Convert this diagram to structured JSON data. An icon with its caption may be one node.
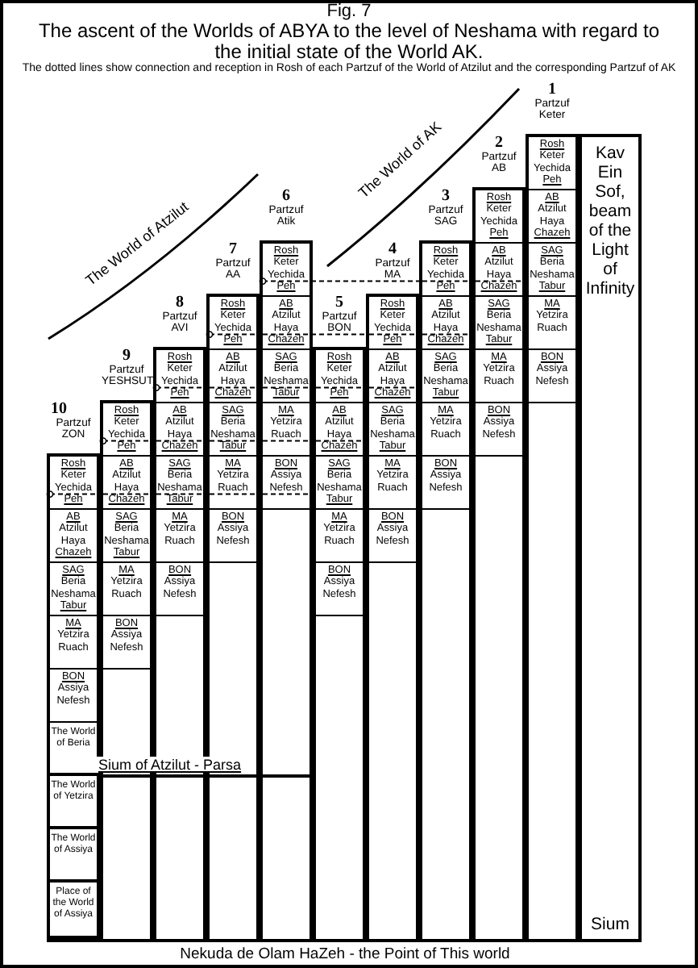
{
  "diagram": {
    "title": "The ascent of the Worlds of ABYA to the level of Neshama with regard to the initial state of the World AK.",
    "nodes": [
      {
        "text": [
          "Partzuf Keter"
        ],
        "beside": [
          "1"
        ]
      },
      {
        "text": [
          "Rosh",
          "Keter Yechida",
          "Peh"
        ],
        "in": 0
      },
      {
        "text": [
          "AB",
          "Atzilut Haya",
          "Chazeh"
        ],
        "in": 0
      },
      {
        "text": [
          "SAG",
          "Beria Neshama",
          "Tabur"
        ],
        "in": 0
      },
      {
        "text": [
          "MA",
          "Yetzira Ruach"
        ],
        "in": 0
      },
      {
        "text": [
          "BON",
          "Assiya Nefesh"
        ],
        "in": 0
      },
      {
        "text": [
          "Partzuf AB"
        ],
        "beside": [
          "2"
        ]
      },
      {
        "text": [
          "Rosh",
          "Keter Yechida",
          "Peh"
        ],
        "in": 6
      },
      {
        "text": [
          "AB",
          "Atzilut Haya",
          "Chazeh"
        ],
        "in": 6
      },
      {
        "text": [
          "SAG",
          "Beria Neshama",
          "Tabur"
        ],
        "in": 6
      },
      {
        "text": [
          "MA",
          "Yetzira Ruach"
        ],
        "in": 6
      },
      {
        "text": [
          "BON",
          "Assiya Nefesh"
        ],
        "in": 6
      },
      {
        "text": [
          "Partzuf SAG"
        ],
        "beside": [
          "3"
        ]
      },
      {
        "text": [
          "Rosh",
          "Keter Yechida",
          "Peh"
        ],
        "in": 12
      },
      {
        "text": [
          "AB",
          "Atzilut Haya",
          "Chazeh"
        ],
        "in": 12
      },
      {
        "text": [
          "SAG",
          "Beria Neshama",
          "Tabur"
        ],
        "in": 12
      },
      {
        "text": [
          "MA",
          "Yetzira Ruach"
        ],
        "in": 12
      },
      {
        "text": [
          "BON",
          "Assiya Nefesh"
        ],
        "in": 12
      },
      {
        "text": [
          "Partzuf MA"
        ],
        "beside": [
          "4"
        ]
      },
      {
        "text": [
          "Rosh",
          "Keter Yechida",
          "Peh"
        ],
        "in": 18
      },
      {
        "text": [
          "AB",
          "Atzilut Haya",
          "Chazeh"
        ],
        "in": 18
      },
      {
        "text": [
          "SAG",
          "Beria Neshama",
          "Tabur"
        ],
        "in": 18
      },
      {
        "text": [
          "MA",
          "Yetzira Ruach"
        ],
        "in": 18
      },
      {
        "text": [
          "BON",
          "Assiya Nefesh"
        ],
        "in": 18
      },
      {
        "text": [
          "Partzuf BON"
        ],
        "beside": [
          "5"
        ]
      },
      {
        "text": [
          "Rosh",
          "Keter Yechida",
          "Peh"
        ],
        "in": 24
      },
      {
        "text": [
          "AB",
          "Atzilut Haya",
          "Chazeh"
        ],
        "in": 24
      },
      {
        "text": [
          "SAG",
          "Beria Neshama",
          "Tabur"
        ],
        "in": 24
      },
      {
        "text": [
          "MA",
          "Yetzira Ruach"
        ],
        "in": 24
      },
      {
        "text": [
          "BON",
          "Assiya Nefesh"
        ],
        "in": 24
      },
      {
        "text": [
          "Partzuf Atik"
        ],
        "beside": [
          "6"
        ]
      },
      {
        "text": [
          "Rosh",
          "Keter Yechida",
          "Peh"
        ],
        "in": 30
      },
      {
        "text": [
          "AB",
          "Atzilut Haya",
          "Chazeh"
        ],
        "in": 30
      },
      {
        "text": [
          "SAG",
          "Beria Neshama",
          "Tabur"
        ],
        "in": 30
      },
      {
        "text": [
          "MA",
          "Yetzira Ruach"
        ],
        "in": 30
      },
      {
        "text": [
          "BON",
          "Assiya Nefesh"
        ],
        "in": 30
      },
      {
        "text": [
          "Partzuf AA"
        ],
        "beside": [
          "7"
        ]
      },
      {
        "text": [
          "Rosh",
          "Keter Yechida",
          "Peh"
        ],
        "in": 36
      },
      {
        "text": [
          "AB",
          "Atzilut Haya",
          "Chazeh"
        ],
        "in": 36
      },
      {
        "text": [
          "SAG",
          "Beria Neshama",
          "Tabur"
        ],
        "in": 36
      },
      {
        "text": [
          "MA",
          "Yetzira Ruach"
        ],
        "in": 36
      },
      {
        "text": [
          "BON",
          "Assiya Nefesh"
        ],
        "in": 36
      },
      {
        "text": [
          "Partzuf AVI"
        ],
        "beside": [
          "8"
        ]
      },
      {
        "text": [
          "Rosh",
          "Keter Yechida",
          "Peh"
        ],
        "in": 42
      },
      {
        "text": [
          "AB",
          "Atzilut Haya",
          "Chazeh"
        ],
        "in": 42
      },
      {
        "text": [
          "SAG",
          "Beria Neshama",
          "Tabur"
        ],
        "in": 42
      },
      {
        "text": [
          "MA",
          "Yetzira Ruach"
        ],
        "in": 42
      },
      {
        "text": [
          "BON",
          "Assiya Nefesh"
        ],
        "in": 42
      },
      {
        "text": [
          "Partzuf YESHSUT"
        ],
        "beside": [
          "9"
        ]
      },
      {
        "text": [
          "Rosh",
          "Keter Yechida",
          "Peh"
        ],
        "in": 48
      },
      {
        "text": [
          "AB",
          "Atzilut Haya",
          "Chazeh"
        ],
        "in": 48
      },
      {
        "text": [
          "SAG",
          "Beria Neshama",
          "Tabur"
        ],
        "in": 48
      },
      {
        "text": [
          "MA",
          "Yetzira Ruach"
        ],
        "in": 48
      },
      {
        "text": [
          "BON",
          "Assiya Nefesh"
        ],
        "in": 48
      },
      {
        "text": [
          "Partzuf ZON"
        ],
        "beside": [
          "10"
        ]
      },
      {
        "text": [
          "Rosh",
          "Keter Yechida",
          "Peh"
        ],
        "in": 54
      },
      {
        "text": [
          "AB",
          "Atzilut Haya",
          "Chazeh"
        ],
        "in": 54
      },
      {
        "text": [
          "SAG",
          "Beria Neshama",
          "Tabur"
        ],
        "in": 54
      },
      {
        "text": [
          "MA",
          "Yetzira Ruach"
        ],
        "in": 54
      },
      {
        "text": [
          "BON",
          "Assiya Nefesh"
        ],
        "in": 54
      },
      {
        "text": [
          "The World of Beria"
        ],
        "in": 54
      },
      {
        "text": [
          "The World of Yetzira"
        ],
        "in": 54
      },
      {
        "text": [
          "The World of Assiya"
        ],
        "in": 54
      },
      {
        "text": [
          "Place of the World of Assiya"
        ],
        "in": 54
      },
      {
        "text": [
          "Kav Ein Sof, beam of the Light of Infinity",
          "Sium"
        ]
      }
    ],
    "edges": [
      {
        "from": 31,
        "to": 13,
        "arrow": "other",
        "style": "dashed"
      },
      {
        "from": 13,
        "to": 8,
        "arrow": "none",
        "style": "dashed"
      },
      {
        "from": 8,
        "to": 3,
        "arrow": "none",
        "style": "dashed"
      },
      {
        "from": 37,
        "to": 32,
        "arrow": "other",
        "style": "dashed"
      },
      {
        "from": 32,
        "to": 19,
        "arrow": "none",
        "style": "dashed"
      },
      {
        "from": 19,
        "to": 14,
        "arrow": "none",
        "style": "dashed"
      },
      {
        "from": 14,
        "to": 9,
        "arrow": "none",
        "style": "dashed"
      },
      {
        "from": 43,
        "to": 38,
        "arrow": "other",
        "style": "dashed"
      },
      {
        "from": 38,
        "to": 33,
        "arrow": "none",
        "style": "dashed"
      },
      {
        "from": 33,
        "to": 25,
        "arrow": "none",
        "style": "dashed"
      },
      {
        "from": 25,
        "to": 20,
        "arrow": "none",
        "style": "dashed"
      },
      {
        "from": 20,
        "to": 15,
        "arrow": "none",
        "style": "dashed"
      },
      {
        "from": 49,
        "to": 44,
        "arrow": "other",
        "style": "dashed"
      },
      {
        "from": 44,
        "to": 39,
        "arrow": "none",
        "style": "dashed"
      },
      {
        "from": 39,
        "to": 34,
        "arrow": "none",
        "style": "dashed"
      },
      {
        "from": 34,
        "to": 26,
        "arrow": "none",
        "style": "dashed"
      },
      {
        "from": 26,
        "to": 21,
        "arrow": "none",
        "style": "dashed"
      },
      {
        "from": 55,
        "to": 50,
        "arrow": "other",
        "style": "dashed"
      },
      {
        "from": 50,
        "to": 45,
        "arrow": "none",
        "style": "dashed"
      },
      {
        "from": 45,
        "to": 40,
        "arrow": "none",
        "style": "dashed"
      },
      {
        "from": 40,
        "to": 35,
        "arrow": "none",
        "style": "dashed"
      },
      {
        "from": 35,
        "to": 27,
        "arrow": "none",
        "style": "dashed"
      }
    ],
    "labels": [
      "Fig. 7",
      "The dotted lines show connection and reception in Rosh of each Partzuf of the World of Atzilut and the corresponding Partzuf of AK",
      "The World of AK",
      "The World of Atzilut",
      "Sium of Atzilut - Parsa",
      "Nekuda de Olam HaZeh - the Point of This world"
    ]
  }
}
